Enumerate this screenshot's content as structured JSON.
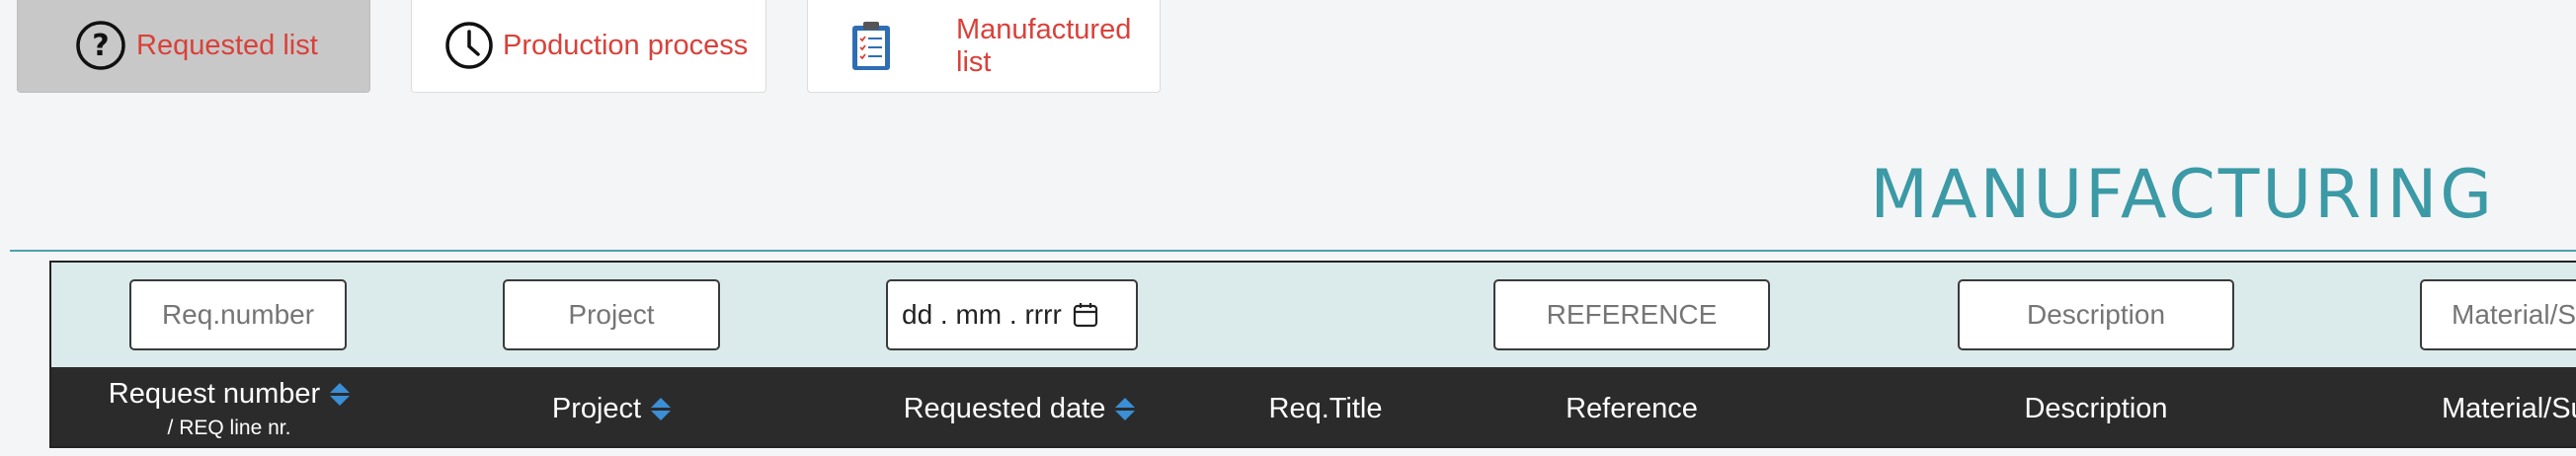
{
  "tabs": [
    {
      "label": "Requested list",
      "icon": "question-circle-icon",
      "active": true
    },
    {
      "label": "Production process",
      "icon": "clock-icon",
      "active": false
    },
    {
      "label": "Manufactured list",
      "icon": "clipboard-list-icon",
      "active": false
    }
  ],
  "page_title": "MANUFACTURING",
  "filters": {
    "req_number_placeholder": "Req.number",
    "project_placeholder": "Project",
    "date_placeholder": "dd . mm . rrrr",
    "reference_placeholder": "REFERENCE",
    "description_placeholder": "Description",
    "material_placeholder": "Material/S"
  },
  "columns": [
    {
      "label": "Request number",
      "sub": "/ REQ line nr.",
      "sortable": true
    },
    {
      "label": "Project",
      "sortable": true
    },
    {
      "label": "Requested date",
      "sortable": true
    },
    {
      "label": "Req.Title",
      "sortable": false
    },
    {
      "label": "Reference",
      "sortable": false
    },
    {
      "label": "Description",
      "sortable": false
    },
    {
      "label": "Material/Su",
      "sortable": false
    }
  ],
  "colors": {
    "accent": "#3b9aa6",
    "tab_text": "#d9413a",
    "header_bg": "#2b2b2b",
    "filter_bg": "#dbeaeb",
    "sort_icon": "#3a8fd6"
  }
}
